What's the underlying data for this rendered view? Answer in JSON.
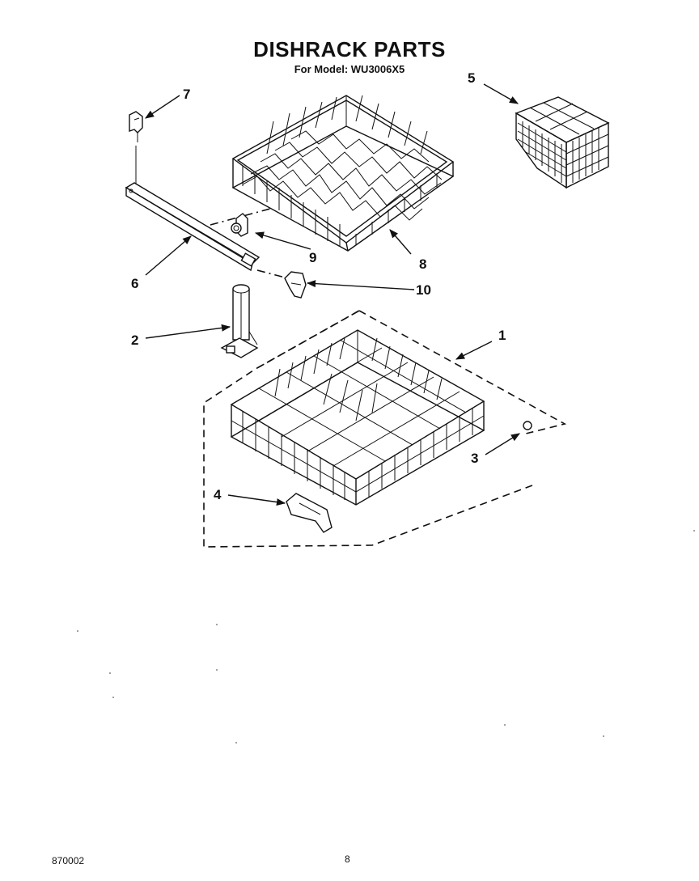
{
  "header": {
    "title": "DISHRACK PARTS",
    "subtitle": "For Model: WU3006X5"
  },
  "callouts": {
    "c1": "1",
    "c2": "2",
    "c3": "3",
    "c4": "4",
    "c5": "5",
    "c6": "6",
    "c7": "7",
    "c8": "8",
    "c9": "9",
    "c10": "10"
  },
  "footer": {
    "doc_number": "870002",
    "page_number": "8"
  }
}
